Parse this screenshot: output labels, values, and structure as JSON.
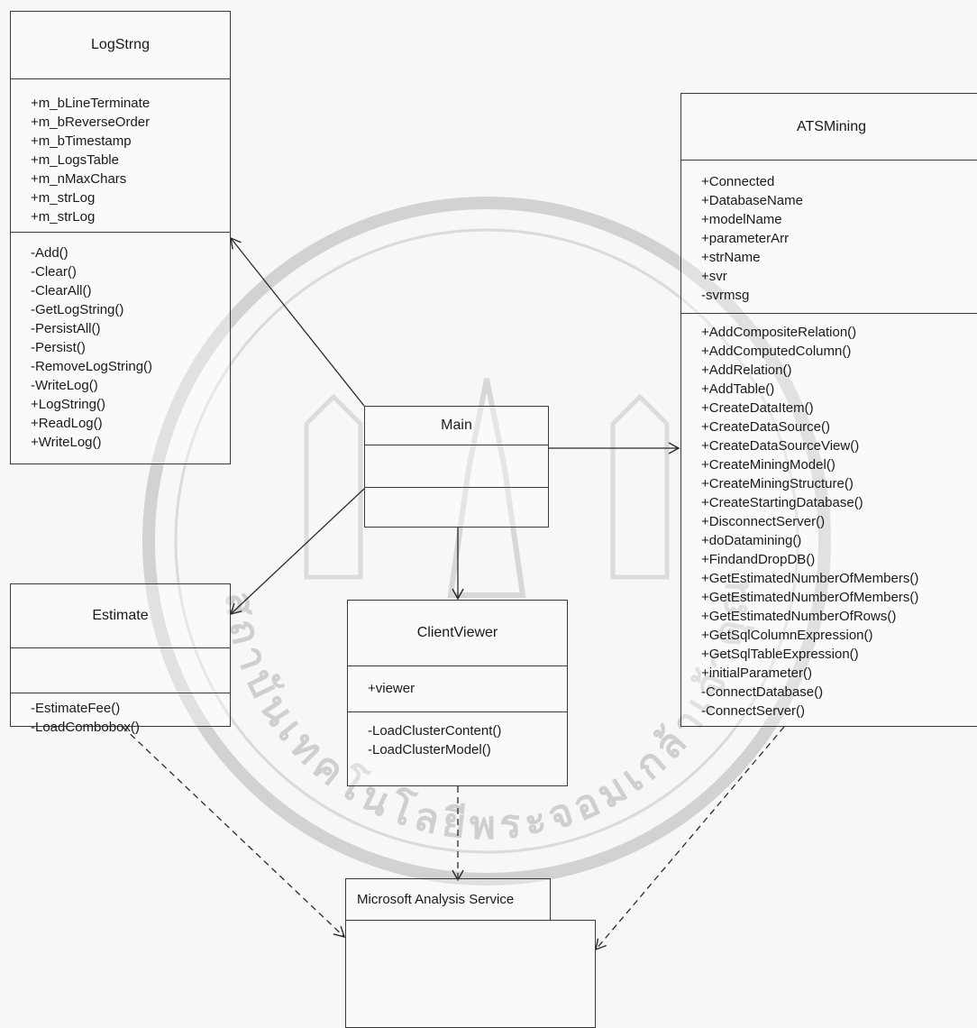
{
  "classes": {
    "logstrng": {
      "name": "LogStrng",
      "attributes": [
        "+m_bLineTerminate",
        "+m_bReverseOrder",
        "+m_bTimestamp",
        "+m_LogsTable",
        "+m_nMaxChars",
        "+m_strLog",
        "+m_strLog"
      ],
      "operations": [
        "-Add()",
        "-Clear()",
        "-ClearAll()",
        "-GetLogString()",
        "-PersistAll()",
        "-Persist()",
        "-RemoveLogString()",
        "-WriteLog()",
        "+LogString()",
        "+ReadLog()",
        "+WriteLog()"
      ]
    },
    "main": {
      "name": "Main"
    },
    "estimate": {
      "name": "Estimate",
      "operations": [
        "-EstimateFee()",
        "-LoadCombobox()"
      ]
    },
    "clientviewer": {
      "name": "ClientViewer",
      "attributes": [
        "+viewer"
      ],
      "operations": [
        "-LoadClusterContent()",
        "-LoadClusterModel()"
      ]
    },
    "atsmining": {
      "name": "ATSMining",
      "attributes": [
        "+Connected",
        "+DatabaseName",
        "+modelName",
        "+parameterArr",
        "+strName",
        "+svr",
        "-svrmsg"
      ],
      "operations": [
        "+AddCompositeRelation()",
        "+AddComputedColumn()",
        "+AddRelation()",
        "+AddTable()",
        "+CreateDataItem()",
        "+CreateDataSource()",
        "+CreateDataSourceView()",
        "+CreateMiningModel()",
        "+CreateMiningStructure()",
        "+CreateStartingDatabase()",
        "+DisconnectServer()",
        "+doDatamining()",
        "+FindandDropDB()",
        "+GetEstimatedNumberOfMembers()",
        "+GetEstimatedNumberOfMembers()",
        "+GetEstimatedNumberOfRows()",
        "+GetSqlColumnExpression()",
        "+GetSqlTableExpression()",
        "+initialParameter()",
        "-ConnectDatabase()",
        "-ConnectServer()"
      ]
    }
  },
  "package": {
    "name": "Microsoft Analysis Service"
  },
  "watermark": {
    "text": "สถาบันเทคโนโลยีพระจอมเกล้าเจ้าคุณทหาร"
  },
  "colors": {
    "line": "#2a2a2a",
    "box_border": "#3a3a3a",
    "watermark": "#cfcfcf",
    "background": "#f7f7f5"
  }
}
